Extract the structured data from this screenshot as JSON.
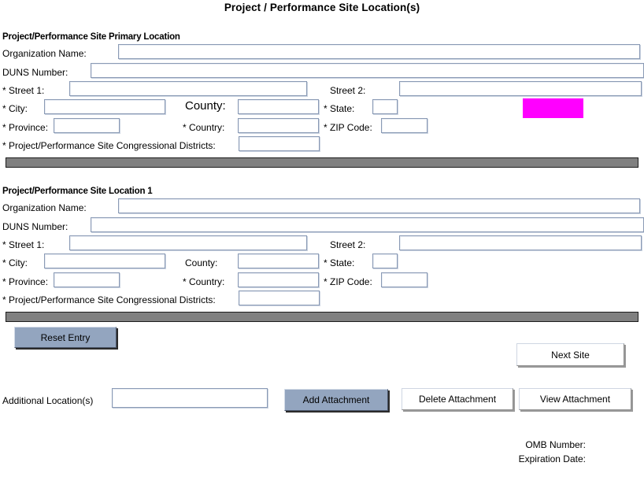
{
  "page": {
    "title": "Project / Performance Site Location(s)"
  },
  "sections": [
    {
      "heading": "Project/Performance Site Primary Location",
      "fields": {
        "organization_name": {
          "label": "Organization Name:",
          "value": "",
          "placeholder": ""
        },
        "duns_number": {
          "label": "DUNS Number:",
          "value": "",
          "placeholder": ""
        },
        "street1": {
          "label": "* Street 1:",
          "value": "",
          "placeholder": ""
        },
        "street2": {
          "label": "Street 2:",
          "value": "",
          "placeholder": ""
        },
        "city": {
          "label": "* City:",
          "value": "",
          "placeholder": ""
        },
        "county": {
          "label": "County:",
          "value": "",
          "placeholder": ""
        },
        "state": {
          "label": "* State:",
          "value": "",
          "placeholder": ""
        },
        "province": {
          "label": "* Province:",
          "value": "",
          "placeholder": ""
        },
        "country": {
          "label": "* Country:",
          "value": "",
          "placeholder": ""
        },
        "zip_code": {
          "label": "* ZIP Code:",
          "value": "",
          "placeholder": ""
        },
        "congressional_districts": {
          "label": "* Project/Performance Site Congressional Districts:",
          "value": "",
          "placeholder": ""
        }
      }
    },
    {
      "heading": "Project/Performance Site Location 1",
      "fields": {
        "organization_name": {
          "label": "Organization Name:",
          "value": "",
          "placeholder": ""
        },
        "duns_number": {
          "label": "DUNS Number:",
          "value": "",
          "placeholder": ""
        },
        "street1": {
          "label": "* Street 1:",
          "value": "",
          "placeholder": ""
        },
        "street2": {
          "label": "Street 2:",
          "value": "",
          "placeholder": ""
        },
        "city": {
          "label": "* City:",
          "value": "",
          "placeholder": ""
        },
        "county": {
          "label": "County:",
          "value": "",
          "placeholder": ""
        },
        "state": {
          "label": "* State:",
          "value": "",
          "placeholder": ""
        },
        "province": {
          "label": "* Province:",
          "value": "",
          "placeholder": ""
        },
        "country": {
          "label": "* Country:",
          "value": "",
          "placeholder": ""
        },
        "zip_code": {
          "label": "* ZIP Code:",
          "value": "",
          "placeholder": ""
        },
        "congressional_districts": {
          "label": "* Project/Performance Site Congressional Districts:",
          "value": "",
          "placeholder": ""
        }
      }
    }
  ],
  "actions": {
    "reset_entry": "Reset Entry",
    "next_site": "Next Site",
    "additional_locations_label": "Additional Location(s)",
    "additional_locations_value": "",
    "add_attachment": "Add Attachment",
    "delete_attachment": "Delete Attachment",
    "view_attachment": "View  Attachment"
  },
  "footer": {
    "omb_number": "OMB Number:",
    "expiration_date": "Expiration Date:"
  },
  "colors": {
    "highlight": "#ff00ff",
    "divider": "#808080",
    "field_border": "#8a9ab5",
    "button_fill": "#93a5bf"
  }
}
